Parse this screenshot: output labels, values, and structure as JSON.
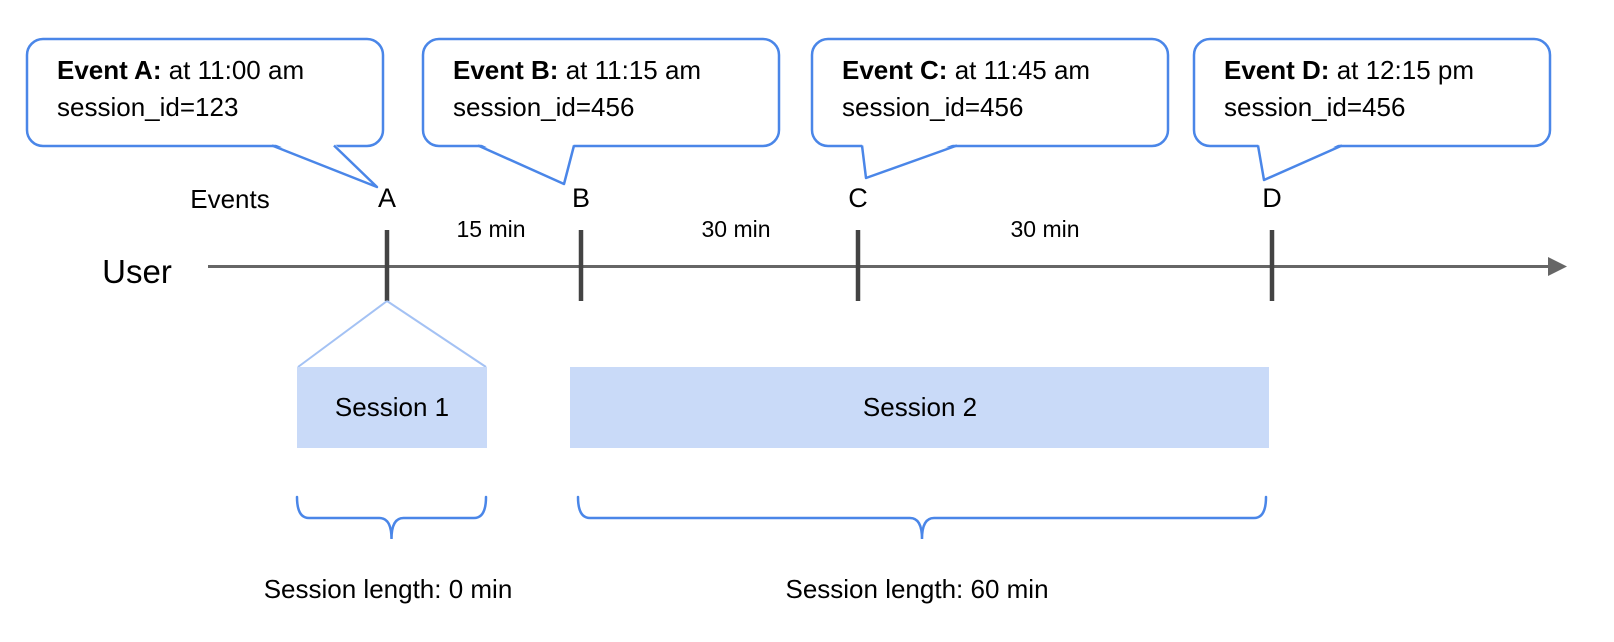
{
  "callouts": [
    {
      "event": "Event A:",
      "time": " at 11:00 am",
      "session": "session_id=123"
    },
    {
      "event": "Event B:",
      "time": " at 11:15 am",
      "session": "session_id=456"
    },
    {
      "event": "Event C:",
      "time": " at 11:45 am",
      "session": "session_id=456"
    },
    {
      "event": "Event D:",
      "time": " at 12:15 pm",
      "session": "session_id=456"
    }
  ],
  "axis": {
    "events_label": "Events",
    "user_label": "User",
    "marks": [
      "A",
      "B",
      "C",
      "D"
    ],
    "intervals": [
      "15 min",
      "30 min",
      "30 min"
    ]
  },
  "sessions": [
    {
      "name": "Session 1",
      "length": "Session length: 0 min"
    },
    {
      "name": "Session 2",
      "length": "Session length: 60 min"
    }
  ],
  "colors": {
    "callout_border": "#4a86e8",
    "callout_fill": "#ffffff",
    "session_fill": "#c9daf8",
    "funnel": "#a4c2f4",
    "brace": "#4a86e8",
    "axis": "#666666",
    "tick": "#434343",
    "text": "#000000"
  }
}
